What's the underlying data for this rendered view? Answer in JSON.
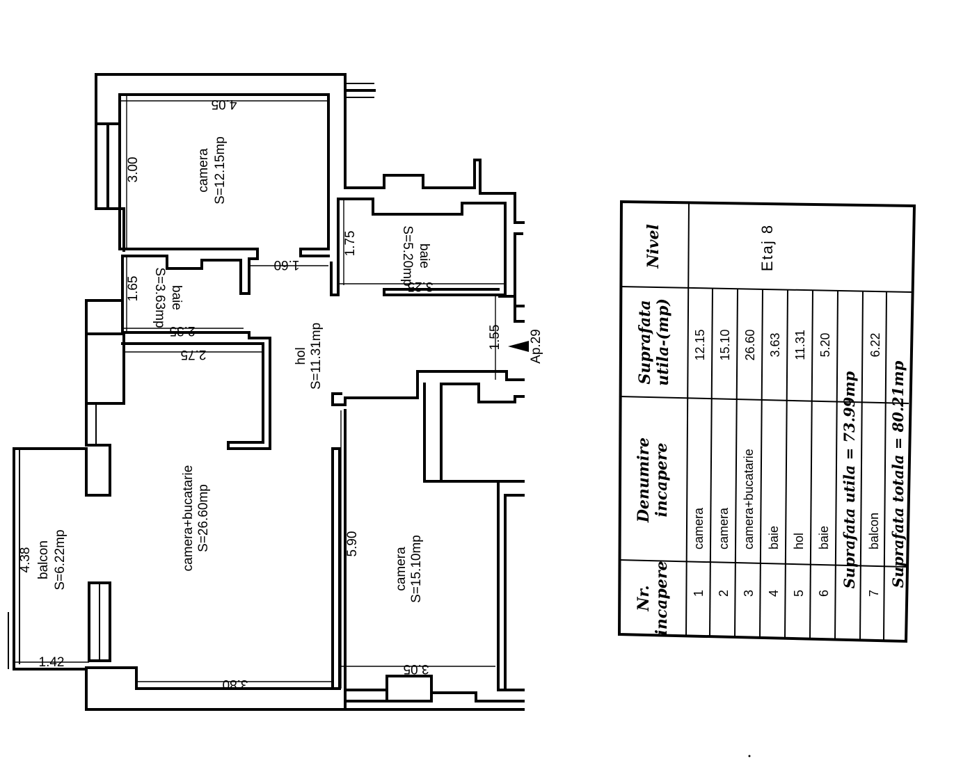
{
  "plan": {
    "rooms": [
      {
        "name": "camera",
        "area": "S=12.15mp"
      },
      {
        "name": "baie",
        "area": "S=5.20mp"
      },
      {
        "name": "baie",
        "area": "S=3.63mp"
      },
      {
        "name": "hol",
        "area": "S=11.31mp"
      },
      {
        "name": "camera+bucatarie",
        "area": "S=26.60mp"
      },
      {
        "name": "camera",
        "area": "S=15.10mp"
      },
      {
        "name": "balcon",
        "area": "S=6.22mp"
      }
    ],
    "dimensions": [
      "4.05",
      "3.00",
      "1.75",
      "3.25",
      "1.60",
      "1.65",
      "2.35",
      "2.75",
      "1.55",
      "5.90",
      "3.05",
      "3.80",
      "4.38",
      "1.42"
    ],
    "entrance": "Ap.29"
  },
  "table": {
    "headers": {
      "nr": [
        "Nr.",
        "incapere"
      ],
      "name": [
        "Denumire",
        "incapere"
      ],
      "area": [
        "Suprafata",
        "utila-(mp)"
      ],
      "level": "Nivel"
    },
    "level_value": "Etaj  8",
    "rows": [
      {
        "nr": "1",
        "name": "camera",
        "area": "12.15"
      },
      {
        "nr": "2",
        "name": "camera",
        "area": "15.10"
      },
      {
        "nr": "3",
        "name": "camera+bucatarie",
        "area": "26.60"
      },
      {
        "nr": "4",
        "name": "baie",
        "area": "3.63"
      },
      {
        "nr": "5",
        "name": "hol",
        "area": "11.31"
      },
      {
        "nr": "6",
        "name": "baie",
        "area": "5.20"
      }
    ],
    "subtotal": "Suprafata  utila  =  73.99mp",
    "balcony_row": {
      "nr": "7",
      "name": "balcon",
      "area": "6.22"
    },
    "total": "Suprafata  totala  =  80.21mp"
  }
}
